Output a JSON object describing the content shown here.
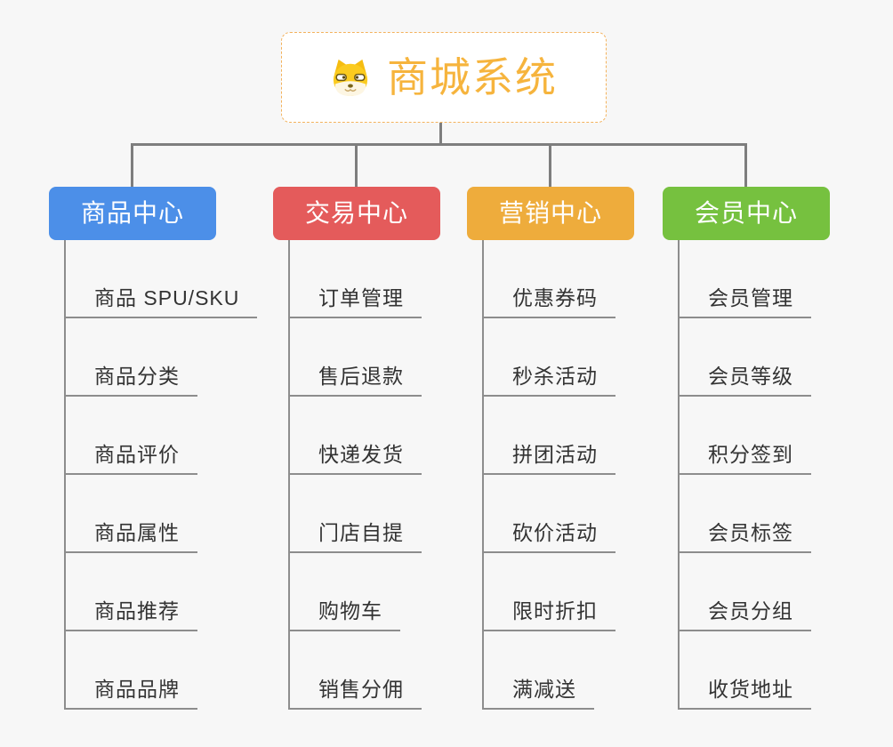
{
  "root": {
    "title": "商城系统",
    "icon": "dog-face-icon"
  },
  "branches": [
    {
      "id": "product-center",
      "label": "商品中心",
      "color": "#4c8fe8",
      "children": [
        "商品 SPU/SKU",
        "商品分类",
        "商品评价",
        "商品属性",
        "商品推荐",
        "商品品牌"
      ]
    },
    {
      "id": "trade-center",
      "label": "交易中心",
      "color": "#e45b5b",
      "children": [
        "订单管理",
        "售后退款",
        "快递发货",
        "门店自提",
        "购物车",
        "销售分佣"
      ]
    },
    {
      "id": "marketing-center",
      "label": "营销中心",
      "color": "#eeac3c",
      "children": [
        "优惠券码",
        "秒杀活动",
        "拼团活动",
        "砍价活动",
        "限时折扣",
        "满减送"
      ]
    },
    {
      "id": "member-center",
      "label": "会员中心",
      "color": "#76c13f",
      "children": [
        "会员管理",
        "会员等级",
        "积分签到",
        "会员标签",
        "会员分组",
        "收货地址"
      ]
    }
  ],
  "colors": {
    "background": "#f7f7f7",
    "root_border": "#f3b25c",
    "root_text": "#f6b43d",
    "connector": "#7e7e7e",
    "child_line": "#8d8d8d",
    "child_text": "#333333",
    "node_text": "#ffffff"
  }
}
